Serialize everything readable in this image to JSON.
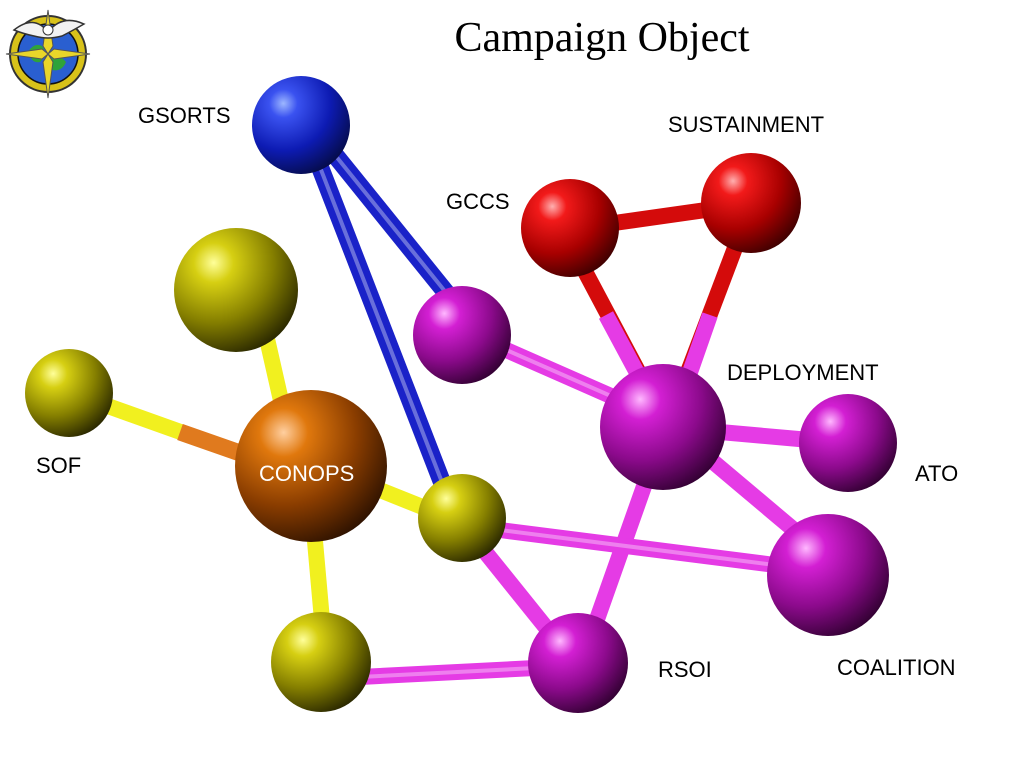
{
  "title": "Campaign Object",
  "logo": {
    "name": "seal"
  },
  "colors": {
    "blue": "#1a22c8",
    "red": "#d40b0b",
    "magenta": "#e53be5",
    "yellow": "#f1f01f",
    "orange": "#e07a1e"
  },
  "nodes": [
    {
      "id": "gsorts",
      "label": "GSORTS",
      "color": "blue"
    },
    {
      "id": "gccs",
      "label": "GCCS",
      "color": "red"
    },
    {
      "id": "sustainment",
      "label": "SUSTAINMENT",
      "color": "red"
    },
    {
      "id": "deployment",
      "label": "DEPLOYMENT",
      "color": "purple"
    },
    {
      "id": "ato",
      "label": "ATO",
      "color": "purple"
    },
    {
      "id": "coalition",
      "label": "COALITION",
      "color": "purple"
    },
    {
      "id": "rsoi",
      "label": "RSOI",
      "color": "purple"
    },
    {
      "id": "conops",
      "label": "CONOPS",
      "color": "brown"
    },
    {
      "id": "sof",
      "label": "SOF",
      "color": "olive"
    },
    {
      "id": "olive-top",
      "label": "",
      "color": "olive"
    },
    {
      "id": "olive-mid",
      "label": "",
      "color": "olive"
    },
    {
      "id": "olive-bottom",
      "label": "",
      "color": "olive"
    },
    {
      "id": "purple-small",
      "label": "",
      "color": "purple"
    }
  ]
}
